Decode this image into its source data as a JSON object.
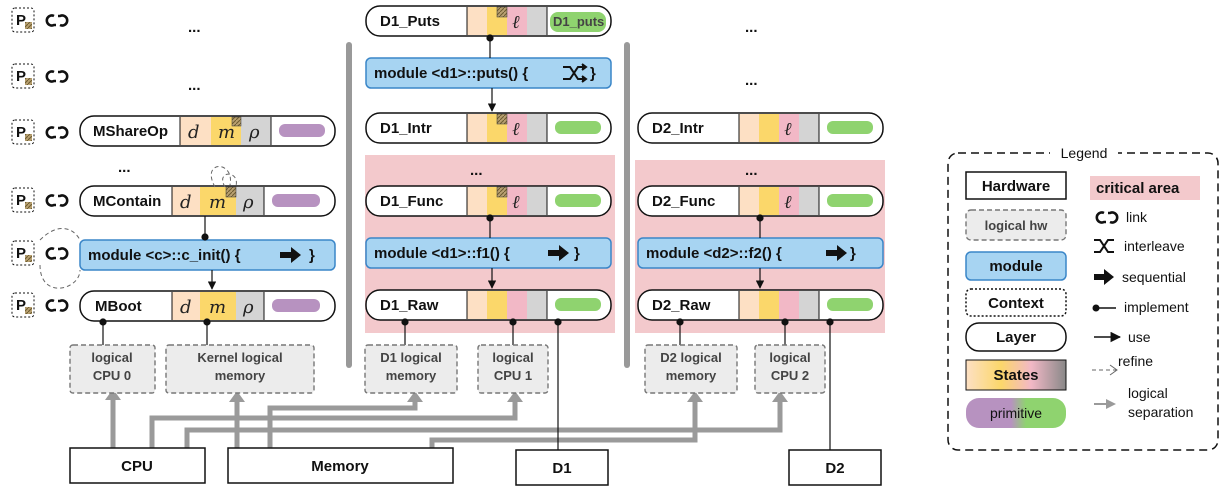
{
  "context_label": "P",
  "dots": "...",
  "state_labels": {
    "d": "d",
    "m": "m",
    "rho": "ρ",
    "l": "ℓ"
  },
  "left": {
    "mshareop": "MShareOp",
    "mcontainer": "MContain",
    "mboot": "MBoot",
    "module": "module <c>::c_init() {",
    "hw0": [
      "logical",
      "CPU 0"
    ],
    "hwmem": [
      "Kernel logical",
      "memory"
    ]
  },
  "mid": {
    "puts": "D1_Puts",
    "puts_prim": "D1_puts",
    "module_puts": "module <d1>::puts() {",
    "intr": "D1_Intr",
    "func": "D1_Func",
    "module_f1": "module <d1>::f1() {",
    "raw": "D1_Raw",
    "hwmem": [
      "D1 logical",
      "memory"
    ],
    "hwcpu": [
      "logical",
      "CPU 1"
    ]
  },
  "right": {
    "intr": "D2_Intr",
    "func": "D2_Func",
    "module_f2": "module <d2>::f2() {",
    "raw": "D2_Raw",
    "hwmem": [
      "D2 logical",
      "memory"
    ],
    "hwcpu": [
      "logical",
      "CPU 2"
    ]
  },
  "hardware": {
    "cpu": "CPU",
    "memory": "Memory",
    "d1": "D1",
    "d2": "D2"
  },
  "legend": {
    "title": "Legend",
    "hardware": "Hardware",
    "critical_area": "critical area",
    "logical_hw": "logical hw",
    "link": "link",
    "module": "module",
    "interleave": "interleave",
    "sequential": "sequential",
    "context": "Context",
    "implement": "implement",
    "layer": "Layer",
    "use": "use",
    "states": "States",
    "refine": "refine",
    "primitive": "primitive",
    "logical_separation": [
      "logical",
      "separation"
    ]
  },
  "colors": {
    "module_fill": "#a7d4f2",
    "module_stroke": "#3a86c8",
    "critical": "#f3c9cc",
    "state_d": "#fde0c4",
    "state_m": "#fbd76a",
    "state_l": "#f2b8c6",
    "state_rho": "#d4d4d4",
    "prim_purple": "#b792c0",
    "prim_green": "#8fd36f",
    "logical_hw_fill": "#ececec"
  }
}
